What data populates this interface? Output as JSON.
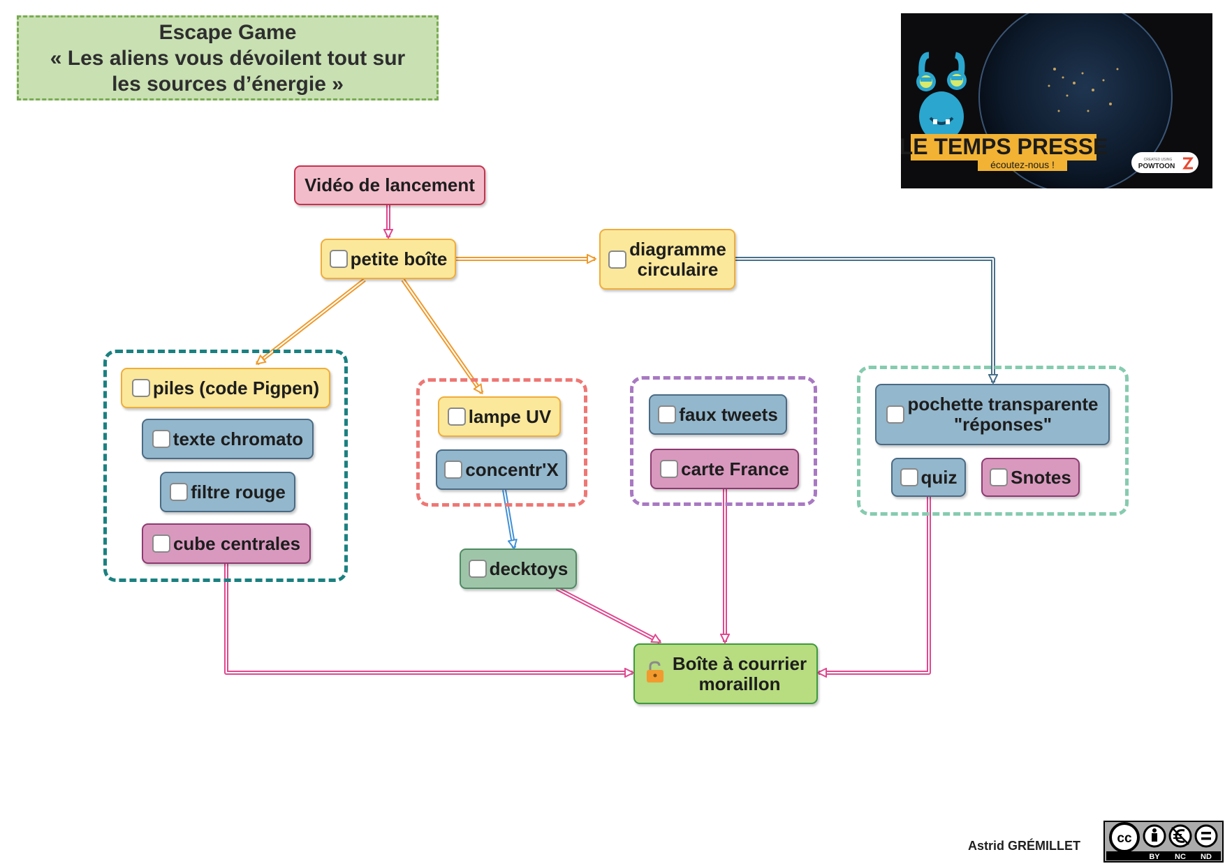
{
  "title": {
    "line1": "Escape Game",
    "line2": "« Les aliens vous dévoilent tout sur",
    "line3": "les sources d’énergie »"
  },
  "thumbnail": {
    "headline": "LE TEMPS PRESSE",
    "subline": "écoutez-nous !",
    "badge_small": "CREATED USING",
    "badge_brand": "POWTOON"
  },
  "nodes": {
    "video": "Vidéo de lancement",
    "petite_boite": "petite boîte",
    "diagramme_1": "diagramme",
    "diagramme_2": "circulaire",
    "piles": "piles (code Pigpen)",
    "texte_chromato": "texte chromato",
    "filtre_rouge": "filtre rouge",
    "cube_centrales": "cube centrales",
    "lampe_uv": "lampe UV",
    "concentrx": "concentr'X",
    "decktoys": "decktoys",
    "faux_tweets": "faux tweets",
    "carte_france": "carte France",
    "pochette_1": "pochette transparente",
    "pochette_2": "\"réponses\"",
    "quiz": "quiz",
    "snotes": "Snotes",
    "boite_1": "Boîte à courrier",
    "boite_2": "moraillon"
  },
  "footer": {
    "author": "Astrid GRÉMILLET",
    "license_by": "BY",
    "license_nc": "NC",
    "license_nd": "ND",
    "license_cc": "cc"
  },
  "colors": {
    "pink_link": "#e0478f",
    "orange_link": "#ef9a2c",
    "steel_link": "#47708a",
    "blue_link": "#3f8fd6"
  }
}
